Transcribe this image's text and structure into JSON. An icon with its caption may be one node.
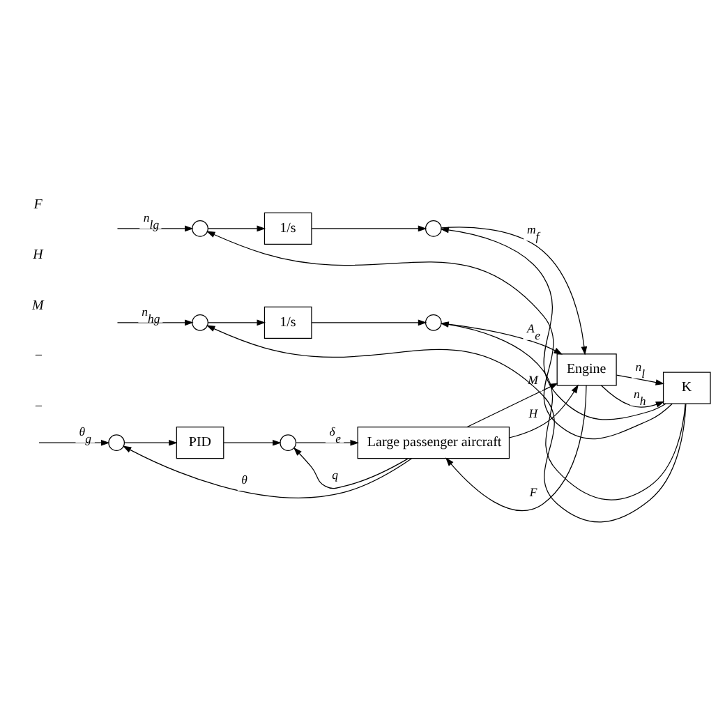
{
  "diagram": {
    "nodes": [
      {
        "text": [],
        "shape": "circle"
      },
      {
        "text": [
          "PID"
        ]
      },
      {
        "text": [],
        "shape": "circle"
      },
      {
        "text": [
          "Large passenger aircraft"
        ]
      },
      {
        "text": [
          "Engine"
        ]
      },
      {
        "text": [],
        "shape": "circle"
      },
      {
        "text": [
          "1/s"
        ]
      },
      {
        "text": [],
        "shape": "circle"
      },
      {
        "text": [],
        "shape": "circle"
      },
      {
        "text": [
          "1/s"
        ]
      },
      {
        "text": [],
        "shape": "circle"
      },
      {
        "text": [
          "K"
        ]
      }
    ],
    "edges": [
      {
        "from": null,
        "to": 0,
        "arrow": "to",
        "label": "θ$_{g}$"
      },
      {
        "from": 3,
        "to": 0,
        "arrow": "to",
        "label": "θ"
      },
      {
        "from": 0,
        "to": 1,
        "arrow": "to"
      },
      {
        "from": 1,
        "to": 2,
        "arrow": "to"
      },
      {
        "from": 3,
        "to": 2,
        "arrow": "to",
        "label": "q"
      },
      {
        "from": 2,
        "to": 3,
        "arrow": "to",
        "label": "δ$_{e}$"
      },
      {
        "from": 4,
        "to": 3,
        "arrow": "to",
        "label": "F"
      },
      {
        "from": 3,
        "to": 4,
        "arrow": "to",
        "label": "M"
      },
      {
        "from": 3,
        "to": 4,
        "arrow": "to",
        "label": "H"
      },
      {
        "from": null,
        "to": 5,
        "arrow": "to",
        "label": "n$_{lg}$"
      },
      {
        "from": 5,
        "to": 6,
        "arrow": "to"
      },
      {
        "from": 6,
        "to": 7,
        "arrow": "to"
      },
      {
        "from": 7,
        "to": 4,
        "arrow": "to",
        "label": "m$_{f}$"
      },
      {
        "from": null,
        "to": 8,
        "arrow": "to",
        "label": "n$_{hg}$"
      },
      {
        "from": 8,
        "to": 9,
        "arrow": "to"
      },
      {
        "from": 9,
        "to": 10,
        "arrow": "to"
      },
      {
        "from": 10,
        "to": 4,
        "arrow": "to",
        "label": "A$_{e}$"
      },
      {
        "from": 4,
        "to": 11,
        "arrow": "to",
        "label": "n$_{l}$"
      },
      {
        "from": 4,
        "to": 11,
        "arrow": "to",
        "label": "n$_{h}$"
      },
      {
        "from": 11,
        "to": 7,
        "arrow": "to"
      },
      {
        "from": 11,
        "to": 10,
        "arrow": "to"
      },
      {
        "from": 11,
        "to": 5,
        "arrow": "to"
      },
      {
        "from": 11,
        "to": 8,
        "arrow": "to"
      }
    ],
    "labels": [
      "−",
      "−",
      "M",
      "H",
      "F"
    ]
  }
}
